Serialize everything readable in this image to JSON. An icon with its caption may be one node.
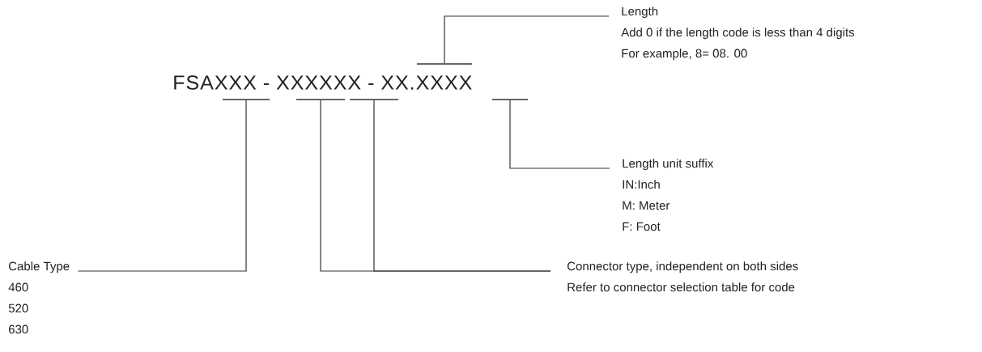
{
  "diagram": {
    "nodes": [
      {
        "text": [
          "Length",
          "Add 0 if the length code is less than 4 digits",
          "For example, 8= 08.  00"
        ]
      },
      {
        "text": [],
        "shape": "bar"
      },
      {
        "text": [],
        "shape": "bar"
      },
      {
        "text": [],
        "shape": "bar"
      },
      {
        "text": [],
        "shape": "bar"
      },
      {
        "text": [],
        "shape": "bar"
      },
      {
        "text": [
          "Length unit suffix",
          "IN:Inch",
          "M: Meter",
          "F: Foot"
        ]
      },
      {
        "text": [
          "Cable Type",
          "460",
          "520",
          "630"
        ]
      },
      {
        "text": [
          "Connector type, independent on both sides",
          "Refer to connector selection table for code"
        ]
      }
    ],
    "edges": [
      {
        "from": 0,
        "to": 4,
        "arrow": "none"
      },
      {
        "from": 6,
        "to": 5,
        "arrow": "none"
      },
      {
        "from": 7,
        "to": 1,
        "arrow": "none"
      },
      {
        "from": 8,
        "to": 2,
        "arrow": "none"
      },
      {
        "from": 8,
        "to": 3,
        "arrow": "none"
      }
    ],
    "labels": [
      "FSAXXX -  XXXXXX - XX.XXXX"
    ]
  }
}
